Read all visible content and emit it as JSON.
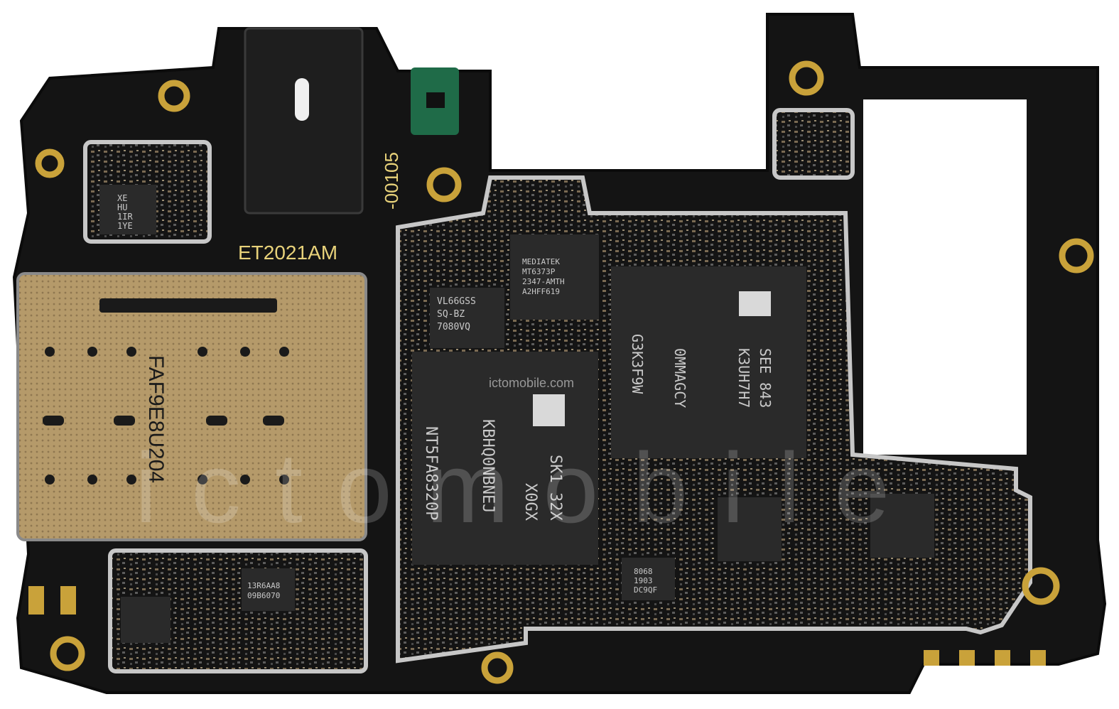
{
  "photo": {
    "subject": "smartphone motherboard",
    "silkscreen": {
      "board_id": "ET2021AM",
      "code_vertical": "-00105",
      "sim_code": "FAF9E8U204"
    },
    "chips": {
      "mediatek": [
        "MEDIATEK",
        "MT6373P",
        "2347-AMTH",
        "A2HFF619"
      ],
      "small_left": [
        "VL66GSS",
        "SQ-BZ",
        "7080VQ"
      ],
      "samsung_flash": [
        "SEE 843",
        "K3UH7H7",
        "0MMAGCY",
        "G3K3F9W"
      ],
      "sk_ram": [
        "SK1 32X",
        "X0GX",
        "KBHQ0NBNEJ",
        "NT5FA8320P"
      ],
      "top_left": [
        "XE",
        "HU",
        "1IR",
        "1YE"
      ],
      "bottom_left": [
        "13R6AA8",
        "09B6070"
      ],
      "bottom_mid": [
        "8068",
        "1903",
        "DC9QF"
      ]
    },
    "watermark": {
      "url": "ictomobile.com",
      "big": "ictomobile"
    },
    "colors": {
      "board": "#141414",
      "board_edge": "#0b0b0b",
      "gold": "#c9a23a",
      "shield": "#c7c7c7",
      "chip": "#2a2a2a",
      "green_pcb": "#1f6b48"
    }
  }
}
